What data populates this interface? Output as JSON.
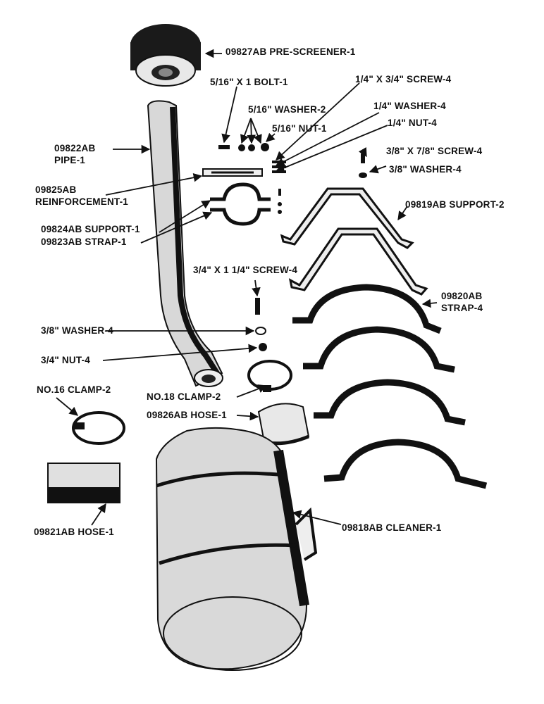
{
  "labels": {
    "pre_screener": "09827AB PRE-SCREENER-1",
    "bolt": "5/16\" X 1 BOLT-1",
    "washer_516": "5/16\" WASHER-2",
    "nut_516": "5/16\" NUT-1",
    "screw_14": "1/4\" X 3/4\" SCREW-4",
    "washer_14": "1/4\" WASHER-4",
    "nut_14": "1/4\" NUT-4",
    "screw_38": "3/8\" X 7/8\" SCREW-4",
    "washer_38_top": "3/8\" WASHER-4",
    "pipe_line1": "09822AB",
    "pipe_line2": "PIPE-1",
    "reinforcement_line1": "09825AB",
    "reinforcement_line2": "REINFORCEMENT-1",
    "support_1": "09824AB SUPPORT-1",
    "strap_1": "09823AB STRAP-1",
    "support_2": "09819AB SUPPORT-2",
    "screw_34": "3/4\" X 1 1/4\" SCREW-4",
    "strap_4_line1": "09820AB",
    "strap_4_line2": "STRAP-4",
    "washer_38_bottom": "3/8\" WASHER-4",
    "nut_34": "3/4\" NUT-4",
    "clamp_16": "NO.16 CLAMP-2",
    "clamp_18": "NO.18 CLAMP-2",
    "hose_26": "09826AB HOSE-1",
    "hose_21": "09821AB HOSE-1",
    "cleaner": "09818AB CLEANER-1"
  }
}
